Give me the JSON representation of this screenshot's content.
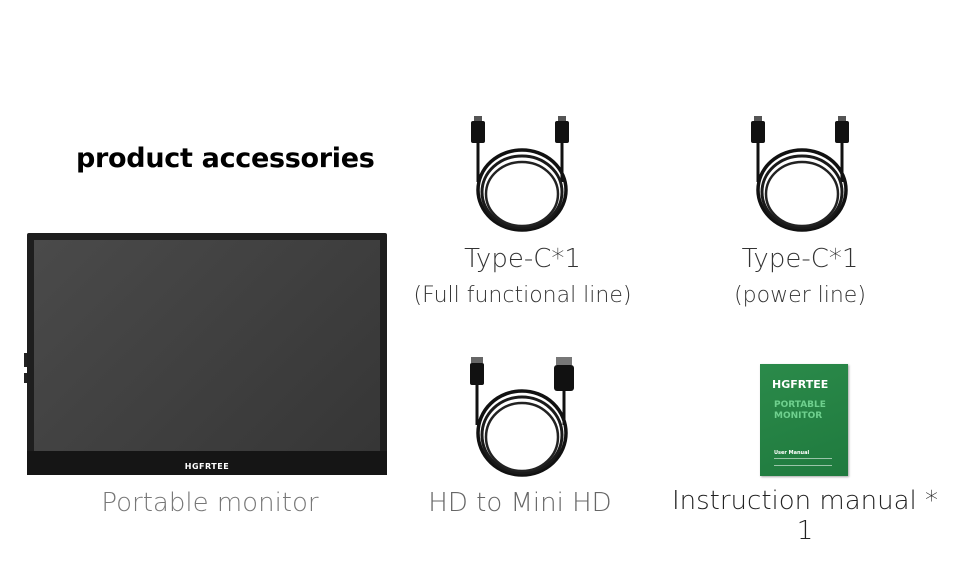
{
  "heading": "product accessories",
  "monitor": {
    "brand": "HGFRTEE",
    "caption": "Portable monitor"
  },
  "cable_typec_full": {
    "caption_line1": "Type-C*1",
    "caption_line2": "(Full functional line)"
  },
  "cable_typec_power": {
    "caption_line1": "Type-C*1",
    "caption_line2": "(power line)"
  },
  "cable_hdmi": {
    "caption": "HD to Mini HD"
  },
  "manual": {
    "brand": "HGFRTEE",
    "title_line1": "PORTABLE",
    "title_line2": "MONITOR",
    "subtitle": "User Manual",
    "caption": "Instruction manual * 1"
  },
  "colors": {
    "background": "#ffffff",
    "manual_green": "#1f7a3e",
    "monitor_body": "#1e1e1e"
  }
}
